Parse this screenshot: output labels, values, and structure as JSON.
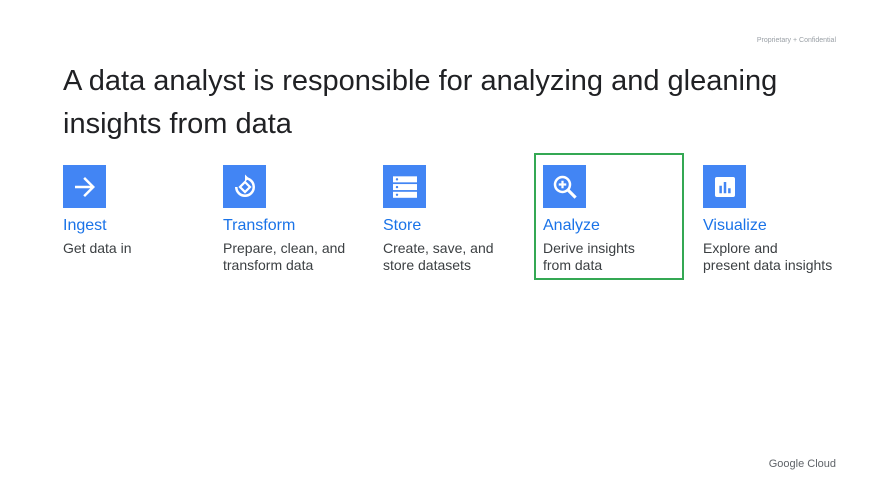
{
  "header": {
    "confidential": "Proprietary + Confidential"
  },
  "title": "A data analyst is responsible for analyzing and gleaning insights from data",
  "steps": [
    {
      "icon": "arrow-right-icon",
      "name": "Ingest",
      "desc": "Get data in"
    },
    {
      "icon": "transform-icon",
      "name": "Transform",
      "desc": "Prepare, clean, and\ntransform data"
    },
    {
      "icon": "storage-icon",
      "name": "Store",
      "desc": "Create, save, and\nstore datasets"
    },
    {
      "icon": "zoom-in-icon",
      "name": "Analyze",
      "desc": "Derive insights\nfrom data",
      "highlighted": true
    },
    {
      "icon": "bar-chart-icon",
      "name": "Visualize",
      "desc": "Explore and\npresent data insights"
    }
  ],
  "colors": {
    "icon_bg": "#4285f4",
    "label": "#1a73e8",
    "highlight": "#34a853"
  },
  "footer": {
    "logo": "Google Cloud"
  }
}
